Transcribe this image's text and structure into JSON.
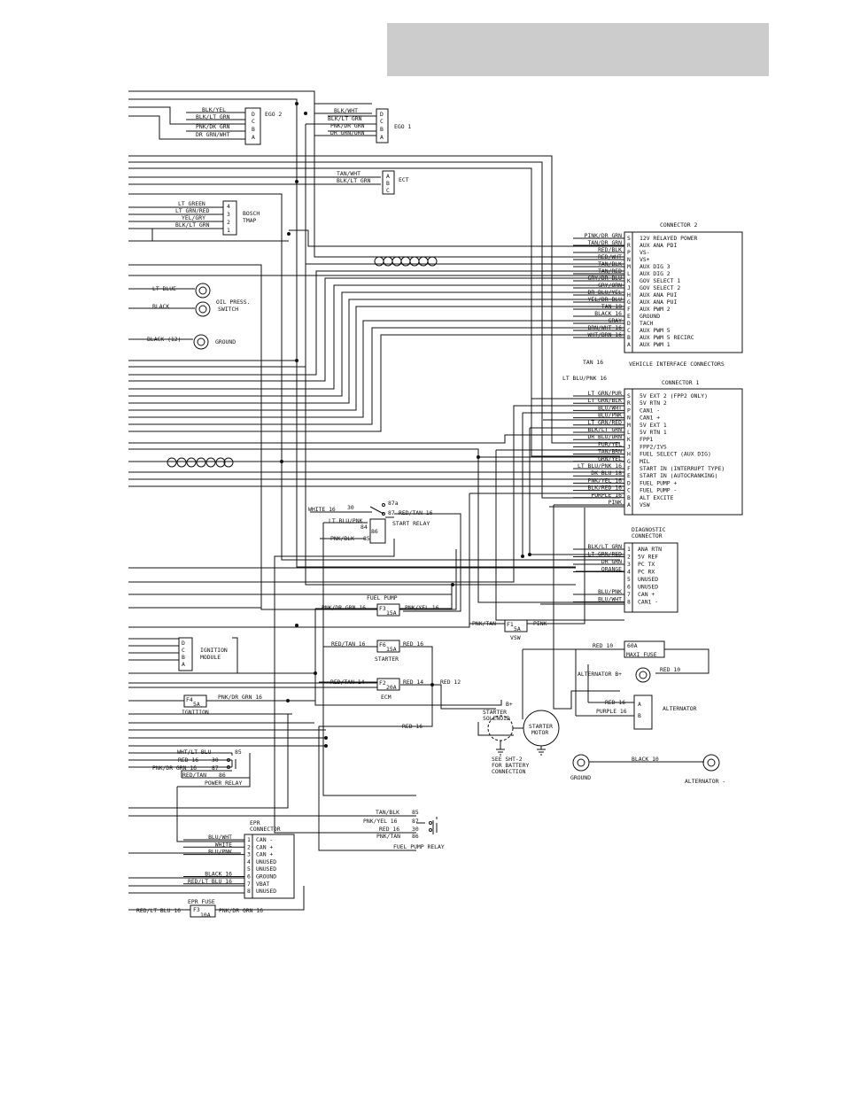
{
  "ego2": {
    "title": "EGO 2",
    "wires": [
      "BLK/YEL",
      "BLK/LT GRN",
      "PNK/DK GRN",
      "DR GRN/WHT"
    ],
    "pins": [
      "D",
      "C",
      "B",
      "A"
    ]
  },
  "ego1": {
    "title": "EGO 1",
    "wires": [
      "BLK/WHT",
      "BLK/LT GRN",
      "PNK/DR GRN",
      "DR GRN/ORN"
    ],
    "pins": [
      "D",
      "C",
      "B",
      "A"
    ]
  },
  "ect": {
    "title": "ECT",
    "wires": [
      "TAN/WHT",
      "BLK/LT GRN"
    ],
    "pins": [
      "A",
      "B",
      "C"
    ]
  },
  "tmap": {
    "title1": "BOSCH",
    "title2": "TMAP",
    "wires": [
      "LT GREEN",
      "LT GRN/RED",
      "YEL/GRY",
      "BLK/LT GRN"
    ],
    "pins": [
      "4",
      "3",
      "2",
      "1"
    ]
  },
  "oil": {
    "wire1": "LT BLUE",
    "wire2": "BLACK",
    "label1": "OIL PRESS.",
    "label2": "SWITCH"
  },
  "ground_left": {
    "wire": "BLACK (12)",
    "label": "GROUND"
  },
  "connector2": {
    "title": "CONNECTOR 2",
    "footer": "VEHICLE INTERFACE CONNECTORS",
    "rows": [
      {
        "wire": "PINK/DR GRN",
        "pin": "S",
        "func": "12V RELAYED POWER"
      },
      {
        "wire": "TAN/DR GRN",
        "pin": "R",
        "func": "AUX ANA PDI"
      },
      {
        "wire": "RED/BLK",
        "pin": "P",
        "func": "VS-"
      },
      {
        "wire": "RED/WHT",
        "pin": "N",
        "func": "VS+"
      },
      {
        "wire": "TAN/BLK",
        "pin": "M",
        "func": "AUX DIG 3"
      },
      {
        "wire": "TAN/RED",
        "pin": "L",
        "func": "AUX DIG 2"
      },
      {
        "wire": "GRY/DR BLU",
        "pin": "K",
        "func": "GOV SELECT 1"
      },
      {
        "wire": "GRY/ORN",
        "pin": "J",
        "func": "GOV SELECT 2"
      },
      {
        "wire": "DR BLU/YEL",
        "pin": "H",
        "func": "AUX ANA PUI"
      },
      {
        "wire": "YEL/DR BLU",
        "pin": "G",
        "func": "AUX ANA PUI"
      },
      {
        "wire": "TAN 18",
        "pin": "F",
        "func": "AUX PWM 2"
      },
      {
        "wire": "BLACK 16",
        "pin": "E",
        "func": "GROUND"
      },
      {
        "wire": "GRAY",
        "pin": "D",
        "func": "TACH"
      },
      {
        "wire": "BRN/WHT 16",
        "pin": "C",
        "func": "AUX PWM 5"
      },
      {
        "wire": "WHT/BRN 16",
        "pin": "B",
        "func": "AUX PWM 5 RECIRC"
      },
      {
        "wire": "",
        "pin": "A",
        "func": "AUX PWM 1"
      }
    ],
    "extra_wire": "TAN 16"
  },
  "connector1": {
    "title": "CONNECTOR 1",
    "extra_wire": "LT BLU/PNK 16",
    "rows": [
      {
        "wire": "LT GRN/PUR",
        "pin": "S",
        "func": "5V EXT 2 (FPP2 ONLY)"
      },
      {
        "wire": "LT GRN/BLK",
        "pin": "R",
        "func": "5V RTN 2"
      },
      {
        "wire": "BLU/WHT",
        "pin": "P",
        "func": "CAN1 -"
      },
      {
        "wire": "BLU/PNK",
        "pin": "N",
        "func": "CAN1 +"
      },
      {
        "wire": "LT GRN/RED",
        "pin": "M",
        "func": "5V EXT 1"
      },
      {
        "wire": "BLK/LT GRN",
        "pin": "L",
        "func": "5V RTN 1"
      },
      {
        "wire": "DR BLU/ORN",
        "pin": "K",
        "func": "FPP1"
      },
      {
        "wire": "PUR/YEL",
        "pin": "J",
        "func": "FPP2/IVS"
      },
      {
        "wire": "TAN/BRN",
        "pin": "H",
        "func": "FUEL SELECT (AUX DIG)"
      },
      {
        "wire": "GRN/YEL",
        "pin": "G",
        "func": "MIL"
      },
      {
        "wire": "LT BLU/PNK 16",
        "pin": "F",
        "func": "START IN (INTERRUPT TYPE)"
      },
      {
        "wire": "DK BLU 18",
        "pin": "E",
        "func": "START IN (AUTOCRANKING)"
      },
      {
        "wire": "PNK/YEL 16",
        "pin": "D",
        "func": "FUEL PUMP +"
      },
      {
        "wire": "BLK/RED 16",
        "pin": "C",
        "func": "FUEL PUMP -"
      },
      {
        "wire": "PURPLE 16",
        "pin": "B",
        "func": "ALT EXCITE"
      },
      {
        "wire": "PINK",
        "pin": "A",
        "func": "VSW"
      }
    ]
  },
  "diagnostic": {
    "title1": "DIAGNOSTIC",
    "title2": "CONNECTOR",
    "rows": [
      {
        "wire": "BLK/LT GRN",
        "pin": "1",
        "func": "ANA RTN"
      },
      {
        "wire": "LT GRN/RED",
        "pin": "2",
        "func": "5V REF"
      },
      {
        "wire": "DR GRN",
        "pin": "3",
        "func": "PC TX"
      },
      {
        "wire": "ORANGE",
        "pin": "4",
        "func": "PC RX"
      },
      {
        "wire": "",
        "pin": "5",
        "func": "UNUSED"
      },
      {
        "wire": "",
        "pin": "6",
        "func": "UNUSED"
      },
      {
        "wire": "BLU/PNK",
        "pin": "7",
        "func": "CAN +"
      },
      {
        "wire": "BLU/WHT",
        "pin": "8",
        "func": "CAN1 -"
      }
    ]
  },
  "start_relay": {
    "title": "START RELAY",
    "w_white": "WHITE 16",
    "p30": "30",
    "p87a": "87a",
    "p87": "87",
    "w_redtan": "RED/TAN 16",
    "w_ltblu": "LT BLU/PNK",
    "p86": "86",
    "p85": "85",
    "w_pnkblk": "PNK/BLK",
    "p84": "84"
  },
  "fuel_pump": {
    "title": "FUEL PUMP",
    "left": "PNK/DR GRN 16",
    "f": "F3",
    "amp": "15A",
    "right": "PNK/YEL 16"
  },
  "vsw": {
    "left": "PNK/TAN",
    "f": "F1",
    "amp": "5A",
    "right": "PINK",
    "label": "VSW"
  },
  "ignition_module": {
    "title1": "IGNITION",
    "title2": "MODULE",
    "pins": [
      "D",
      "C",
      "B",
      "A"
    ]
  },
  "starter_fuse": {
    "left": "RED/TAN 16",
    "f": "F6",
    "amp": "15A",
    "right": "RED 16",
    "label": "STARTER"
  },
  "ecm_fuse": {
    "left": "RED/TAN 14",
    "f": "F2",
    "amp": "20A",
    "right": "RED 14",
    "right2": "RED 12",
    "label": "ECM"
  },
  "ign_fuse": {
    "f": "F4",
    "amp": "5A",
    "right": "PNK/DR GRN 16",
    "label": "IGNITION"
  },
  "maxi": {
    "wire": "RED 10",
    "amp": "60A",
    "label": "MAXI FUSE"
  },
  "alternator": {
    "b_label": "ALTERNATOR B+",
    "wire_b": "RED 10",
    "wire_a": "RED 16",
    "wire_p": "PURPLE 16",
    "pin_a": "A",
    "pin_b": "B",
    "title": "ALTERNATOR"
  },
  "starter": {
    "b_plus": "B+",
    "sol1": "STARTER",
    "sol2": "SOLENOID",
    "mot1": "STARTER",
    "mot2": "MOTOR",
    "wire": "RED 16",
    "see1": "SEE SHT-2",
    "see2": "FOR BATTERY",
    "see3": "CONNECTION"
  },
  "ground_right": {
    "ground": "GROUND",
    "wire": "BLACK 10",
    "alt": "ALTERNATOR -"
  },
  "power_relay": {
    "title": "POWER RELAY",
    "rows": [
      {
        "w": "WHT/LT BLU",
        "p": "85"
      },
      {
        "w": "RED 16",
        "p": "30"
      },
      {
        "w": "PNK/DR GRN 16",
        "p": "87"
      },
      {
        "w": "RED/TAN",
        "p": "86"
      }
    ]
  },
  "fuel_pump_relay": {
    "title": "FUEL PUMP RELAY",
    "rows": [
      {
        "w": "TAN/BLK",
        "p": "85"
      },
      {
        "w": "PNK/YEL 16",
        "p": "87"
      },
      {
        "w": "RED 16",
        "p": "30"
      },
      {
        "w": "PNK/TAN",
        "p": "86"
      }
    ]
  },
  "epr": {
    "title1": "EPR",
    "title2": "CONNECTOR",
    "rows": [
      {
        "wire": "BLU/WHT",
        "pin": "1",
        "func": "CAN -"
      },
      {
        "wire": "WHITE",
        "pin": "2",
        "func": "CAN +"
      },
      {
        "wire": "BLU/PNK",
        "pin": "3",
        "func": "CAN +"
      },
      {
        "wire": "",
        "pin": "4",
        "func": "UNUSED"
      },
      {
        "wire": "",
        "pin": "5",
        "func": "UNUSED"
      },
      {
        "wire": "BLACK 16",
        "pin": "6",
        "func": "GROUND"
      },
      {
        "wire": "RED/LT BLU 16",
        "pin": "7",
        "func": "VBAT"
      },
      {
        "wire": "",
        "pin": "8",
        "func": "UNUSED"
      }
    ]
  },
  "epr_fuse": {
    "title": "EPR FUSE",
    "left": "RED/LT BLU 16",
    "f": "F3",
    "amp": "10A",
    "right": "PNK/DR GRN 16"
  }
}
